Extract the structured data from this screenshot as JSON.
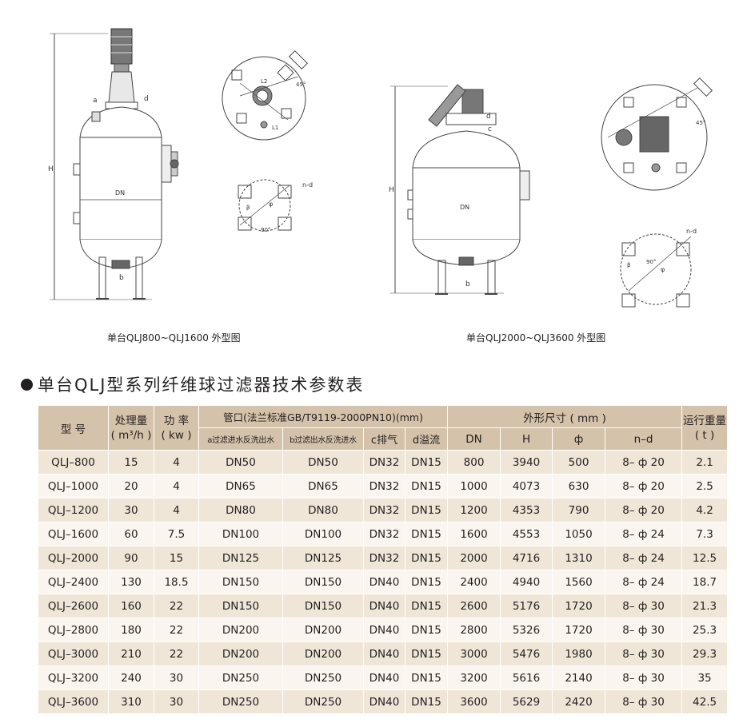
{
  "captions": {
    "left": "单台QLJ800~QLJ1600 外型图",
    "right": "单台QLJ2000~QLJ3600 外型图"
  },
  "drawing_labels": {
    "H": "H",
    "DN": "DN",
    "a": "a",
    "b": "b",
    "c": "c",
    "d": "d",
    "nd": "n-d",
    "phi": "φ",
    "deg90": "90°",
    "beta": "β",
    "l1": "L1",
    "l2": "L2",
    "deg45": "45°"
  },
  "section_title": "单台QLJ型系列纤维球过滤器技术参数表",
  "table": {
    "headers": {
      "model": "型 号",
      "capacity": "处理量",
      "capacity_unit": "( m³/h )",
      "power": "功 率",
      "power_unit": "( kw )",
      "pipe_group": "管口(法兰标准GB/T9119-2000PN10)(mm)",
      "dim_group": "外形尺寸 ( mm )",
      "weight": "运行重量",
      "weight_unit": "( t )",
      "pipe_a": "a过滤进水反洗出水",
      "pipe_b": "b过滤出水反洗进水",
      "pipe_c": "c排气",
      "pipe_d": "d溢流",
      "dim_dn": "DN",
      "dim_h": "H",
      "dim_phi": "ф",
      "dim_nd": "n–d"
    },
    "rows": [
      [
        "QLJ–800",
        "15",
        "4",
        "DN50",
        "DN50",
        "DN32",
        "DN15",
        "800",
        "3940",
        "500",
        "8– ф 20",
        "2.1"
      ],
      [
        "QLJ–1000",
        "20",
        "4",
        "DN65",
        "DN65",
        "DN32",
        "DN15",
        "1000",
        "4073",
        "630",
        "8– ф 20",
        "2.5"
      ],
      [
        "QLJ–1200",
        "30",
        "4",
        "DN80",
        "DN80",
        "DN32",
        "DN15",
        "1200",
        "4353",
        "790",
        "8– ф 20",
        "4.2"
      ],
      [
        "QLJ–1600",
        "60",
        "7.5",
        "DN100",
        "DN100",
        "DN32",
        "DN15",
        "1600",
        "4553",
        "1050",
        "8– ф 24",
        "7.3"
      ],
      [
        "QLJ–2000",
        "90",
        "15",
        "DN125",
        "DN125",
        "DN32",
        "DN15",
        "2000",
        "4716",
        "1310",
        "8– ф 24",
        "12.5"
      ],
      [
        "QLJ–2400",
        "130",
        "18.5",
        "DN150",
        "DN150",
        "DN40",
        "DN15",
        "2400",
        "4940",
        "1560",
        "8– ф 24",
        "18.7"
      ],
      [
        "QLJ–2600",
        "160",
        "22",
        "DN150",
        "DN150",
        "DN40",
        "DN15",
        "2600",
        "5176",
        "1720",
        "8– ф 30",
        "21.3"
      ],
      [
        "QLJ–2800",
        "180",
        "22",
        "DN200",
        "DN200",
        "DN40",
        "DN15",
        "2800",
        "5326",
        "1720",
        "8– ф 30",
        "25.3"
      ],
      [
        "QLJ–3000",
        "210",
        "22",
        "DN200",
        "DN200",
        "DN40",
        "DN15",
        "3000",
        "5476",
        "1980",
        "8– ф 30",
        "29.3"
      ],
      [
        "QLJ–3200",
        "240",
        "30",
        "DN250",
        "DN250",
        "DN40",
        "DN15",
        "3200",
        "5616",
        "2140",
        "8– ф 30",
        "35"
      ],
      [
        "QLJ–3600",
        "310",
        "30",
        "DN250",
        "DN250",
        "DN40",
        "DN15",
        "3600",
        "5629",
        "2420",
        "8– ф 30",
        "42.5"
      ]
    ]
  },
  "colors": {
    "header_bg": "#d4c2aa",
    "row_even": "#efe6d7",
    "row_odd": "#faf6ef",
    "ink": "#231f20"
  }
}
